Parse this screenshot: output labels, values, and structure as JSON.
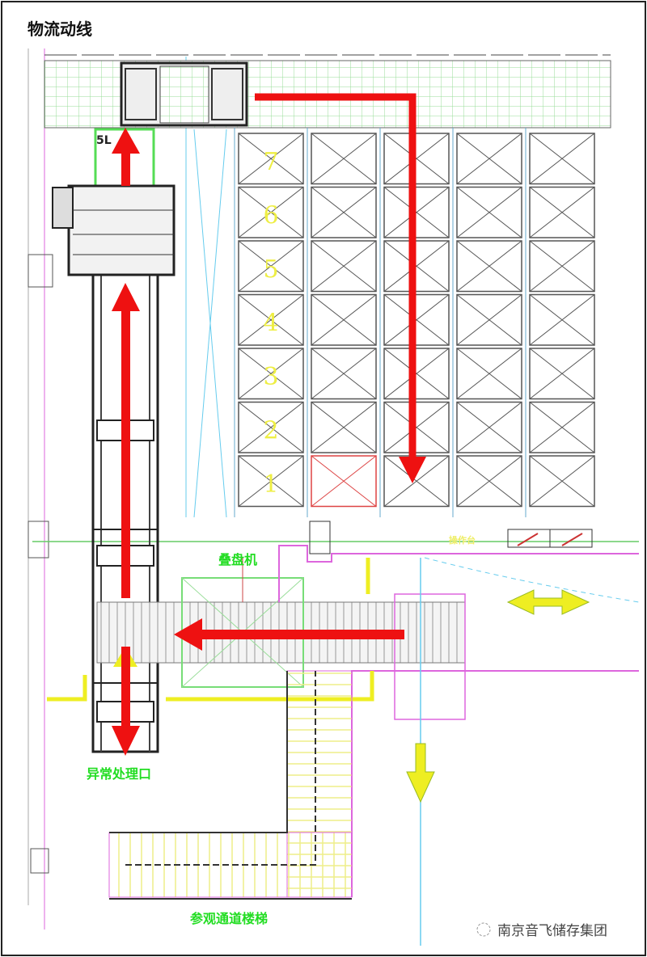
{
  "title": "物流动线",
  "labels": {
    "stacker": "叠盘机",
    "exception_port": "异常处理口",
    "visitor_stairs": "参观通道楼梯",
    "console": "操作台",
    "lift_tag": "5L"
  },
  "rack_levels": [
    "7",
    "6",
    "5",
    "4",
    "3",
    "2",
    "1"
  ],
  "watermark": "南京音飞储存集团",
  "colors": {
    "flow_arrow": "#ee1111",
    "label_green": "#22dd22",
    "grid_green": "#99dd99",
    "stairs_yellow": "#eeee88",
    "pink": "#dd66dd",
    "cyan": "#66ccee"
  }
}
